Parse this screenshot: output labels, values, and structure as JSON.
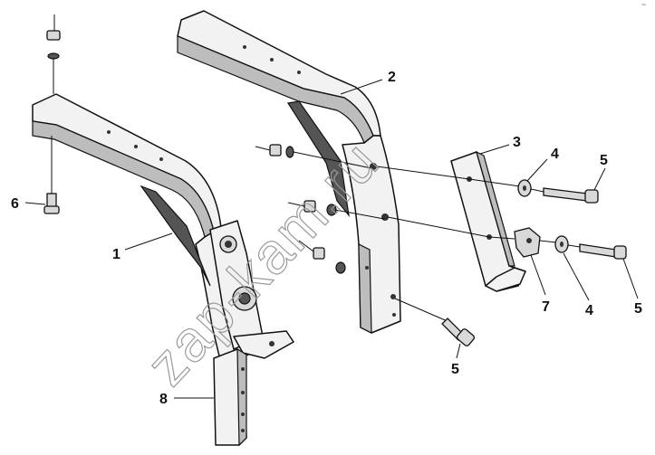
{
  "callouts": [
    "1",
    "2",
    "3",
    "4",
    "4",
    "5",
    "5",
    "5",
    "6",
    "7",
    "8"
  ],
  "watermark": "zap-kam.ru",
  "corner_mark": "~"
}
